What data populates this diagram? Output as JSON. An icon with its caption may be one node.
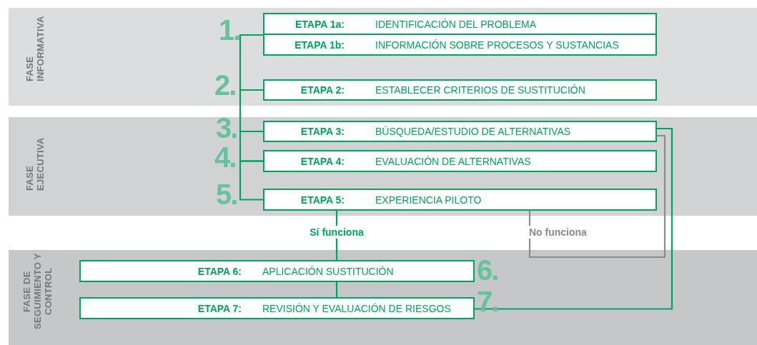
{
  "diagram": {
    "nodes": [
      {
        "text": [
          "FASE INFORMATIVA"
        ]
      },
      {
        "text": [
          "ETAPA 1a:",
          "IDENTIFICACIÓN DEL PROBLEMA"
        ],
        "in": 0,
        "beside": [
          "1."
        ]
      },
      {
        "text": [
          "ETAPA 1b:",
          "INFORMACIÓN SOBRE PROCESOS Y SUSTANCIAS"
        ],
        "in": 0
      },
      {
        "text": [
          "ETAPA 2:",
          "ESTABLECER CRITERIOS DE SUSTITUCIÓN"
        ],
        "in": 0,
        "beside": [
          "2."
        ]
      },
      {
        "text": [
          "FASE EJECUTIVA"
        ]
      },
      {
        "text": [
          "ETAPA 3:",
          "BÚSQUEDA/ESTUDIO DE ALTERNATIVAS"
        ],
        "in": 4,
        "beside": [
          "3."
        ]
      },
      {
        "text": [
          "ETAPA 4:",
          "EVALUACIÓN DE ALTERNATIVAS"
        ],
        "in": 4,
        "beside": [
          "4."
        ]
      },
      {
        "text": [
          "ETAPA 5:",
          "EXPERIENCIA PILOTO"
        ],
        "in": 4,
        "beside": [
          "5."
        ]
      },
      {
        "text": [
          "FASE DE SEGUIMIENTO Y CONTROL"
        ]
      },
      {
        "text": [
          "ETAPA 6:",
          "APLICACIÓN SUSTITUCIÓN"
        ],
        "in": 8,
        "beside": [
          "6."
        ]
      },
      {
        "text": [
          "ETAPA 7:",
          "REVISIÓN Y EVALUACIÓN DE RIESGOS"
        ],
        "in": 8,
        "beside": [
          "7."
        ]
      }
    ],
    "edges": [
      {
        "from": 1,
        "to": 3,
        "arrow": "none"
      },
      {
        "from": 3,
        "to": 5,
        "arrow": "none"
      },
      {
        "from": 5,
        "to": 6,
        "arrow": "none"
      },
      {
        "from": 6,
        "to": 7,
        "arrow": "none"
      },
      {
        "from": 7,
        "to": 9,
        "arrow": "none",
        "label": "Sí funciona"
      },
      {
        "from": 9,
        "to": 10,
        "arrow": "none"
      },
      {
        "from": 7,
        "to": 5,
        "arrow": "none",
        "label": "No funciona",
        "color": "#8a8b8d"
      },
      {
        "from": 10,
        "to": 5,
        "arrow": "none"
      }
    ]
  }
}
